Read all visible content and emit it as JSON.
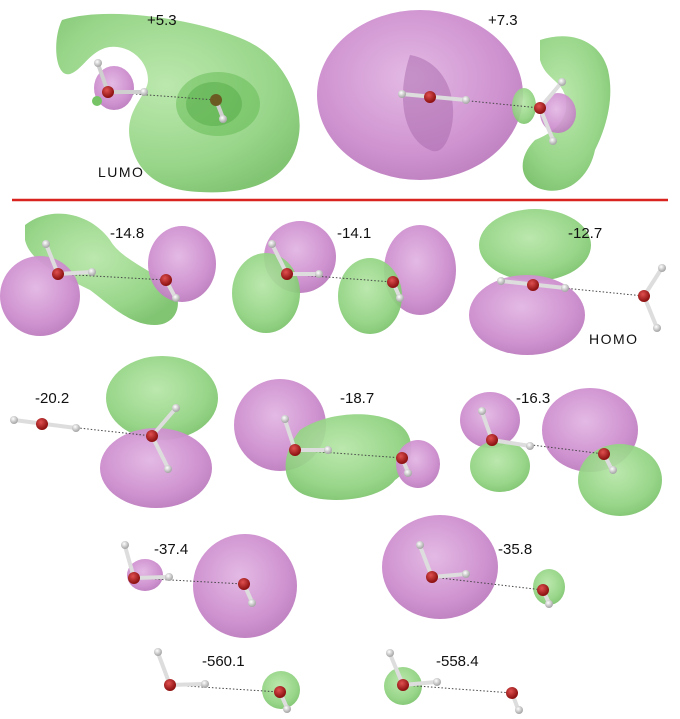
{
  "figure": {
    "divider_color": "#d8231e",
    "colors": {
      "phase_positive": "#cf8fd0",
      "phase_negative": "#8fd27f",
      "oxygen": "#b41e1e",
      "hydrogen": "#e6e6e6",
      "hbond": "#555555"
    }
  },
  "unoccupied_orbitals": [
    {
      "id": "lumo",
      "energy": "+5.3",
      "label": "LUMO"
    },
    {
      "id": "lumo_plus_1",
      "energy": "+7.3"
    }
  ],
  "occupied_orbitals": [
    {
      "id": "mo_a",
      "energy": "-14.8"
    },
    {
      "id": "mo_b",
      "energy": "-14.1"
    },
    {
      "id": "homo",
      "energy": "-12.7",
      "label": "HOMO"
    },
    {
      "id": "mo_c",
      "energy": "-20.2"
    },
    {
      "id": "mo_d",
      "energy": "-18.7"
    },
    {
      "id": "mo_e",
      "energy": "-16.3"
    },
    {
      "id": "mo_f",
      "energy": "-37.4"
    },
    {
      "id": "mo_g",
      "energy": "-35.8"
    },
    {
      "id": "mo_h",
      "energy": "-560.1"
    },
    {
      "id": "mo_i",
      "energy": "-558.4"
    }
  ]
}
